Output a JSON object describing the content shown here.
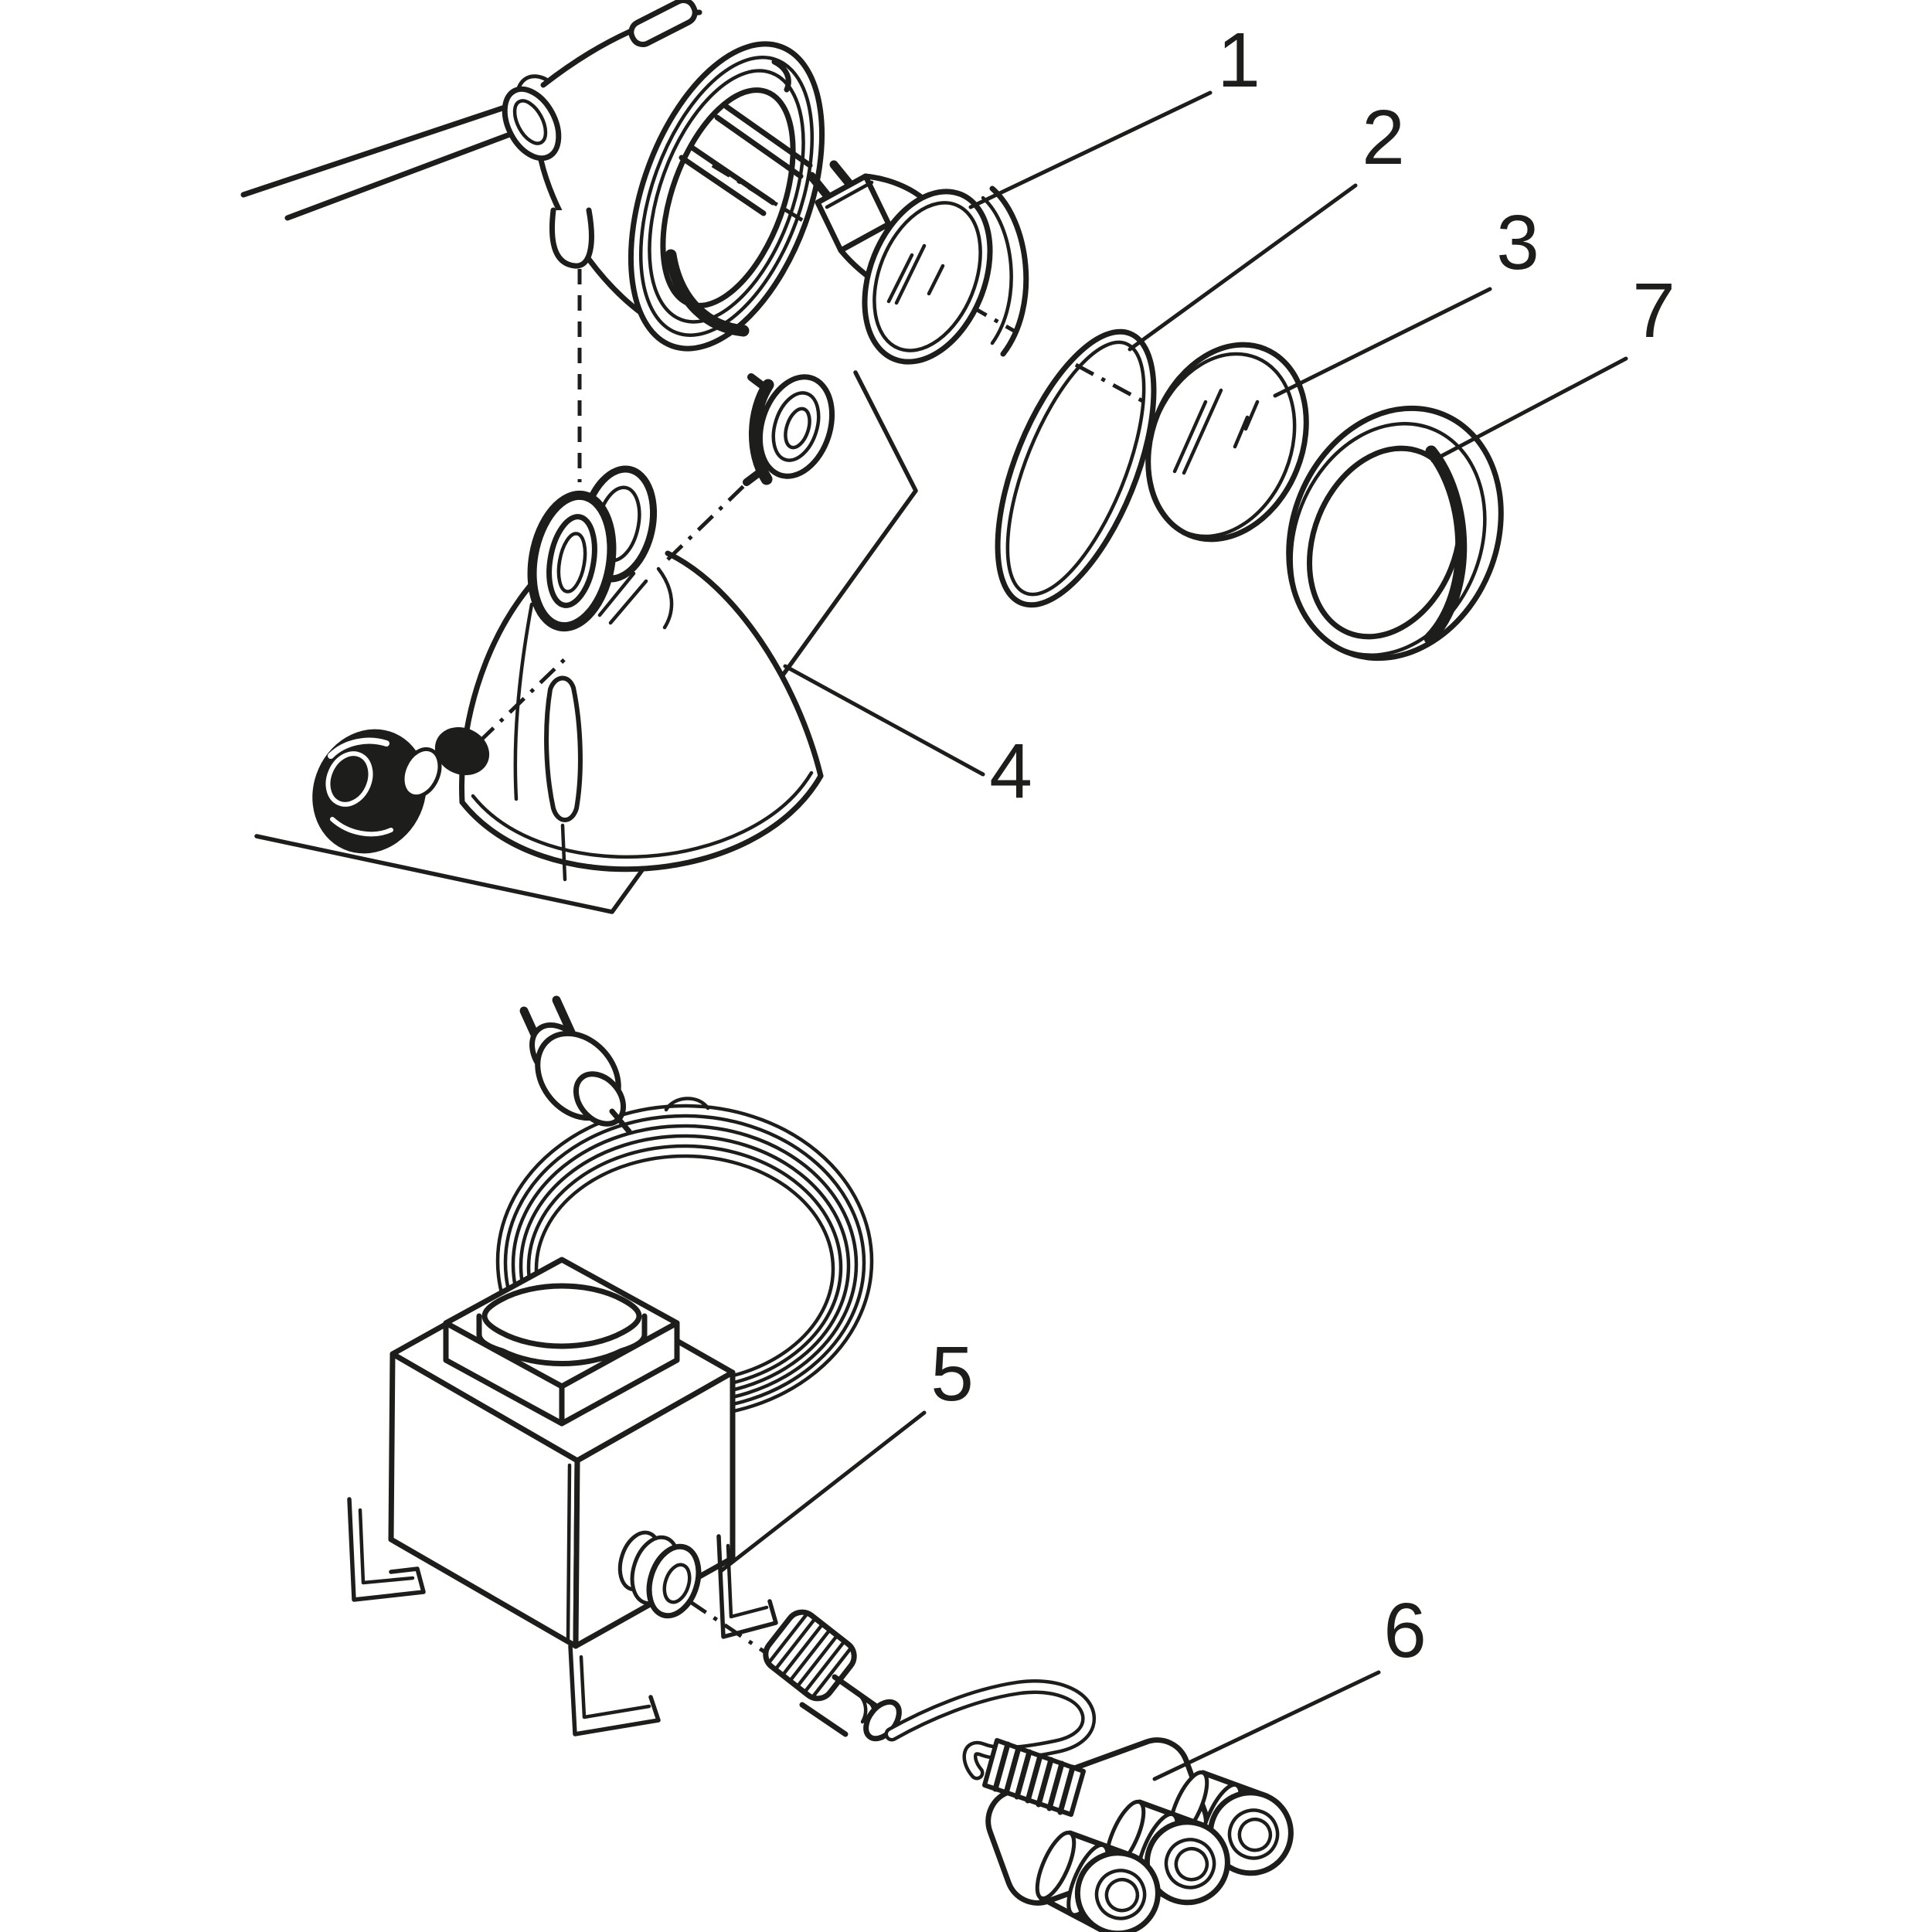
{
  "diagram": {
    "background_color": "#ffffff",
    "line_color": "#1d1d1b",
    "labels": [
      {
        "text": "1"
      },
      {
        "text": "2"
      },
      {
        "text": "3"
      },
      {
        "text": "7"
      },
      {
        "text": "4"
      },
      {
        "text": "5"
      },
      {
        "text": "6"
      }
    ]
  }
}
